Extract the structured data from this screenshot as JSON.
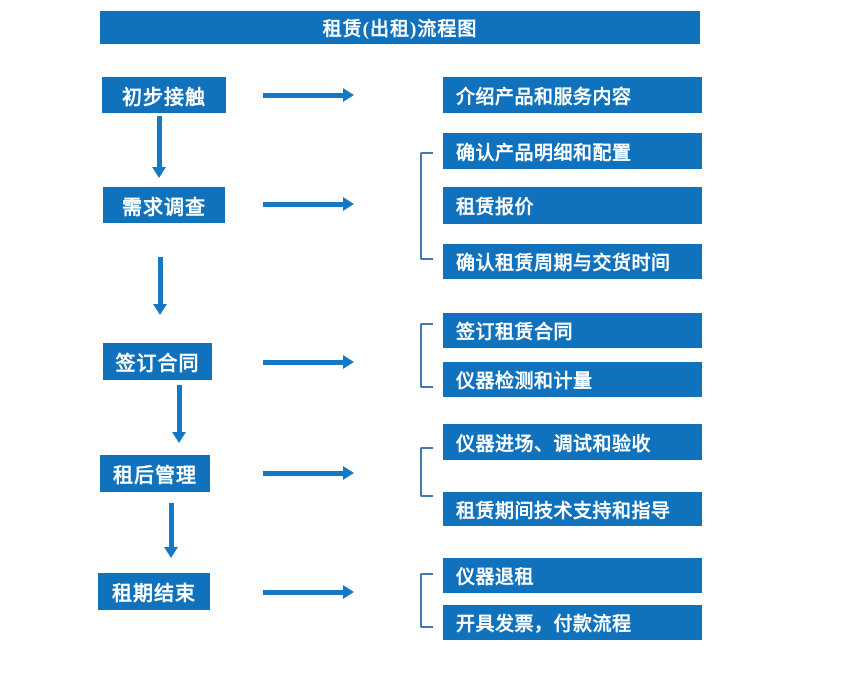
{
  "title": "租赁(出租)流程图",
  "colors": {
    "box_blue": "#1072BC",
    "arrow_blue": "#1478C6",
    "bracket_blue": "#4679B2",
    "text_color": "#FFFFFF",
    "background": "#FFFFFF"
  },
  "flow": {
    "steps": [
      {
        "label": "初步接触",
        "outputs": [
          "介绍产品和服务内容"
        ]
      },
      {
        "label": "需求调查",
        "outputs": [
          "确认产品明细和配置",
          "租赁报价",
          "确认租赁周期与交货时间"
        ]
      },
      {
        "label": "签订合同",
        "outputs": [
          "签订租赁合同",
          "仪器检测和计量"
        ]
      },
      {
        "label": "租后管理",
        "outputs": [
          "仪器进场、调试和验收",
          "租赁期间技术支持和指导"
        ]
      },
      {
        "label": "租期结束",
        "outputs": [
          "仪器退租",
          "开具发票，付款流程"
        ]
      }
    ]
  }
}
